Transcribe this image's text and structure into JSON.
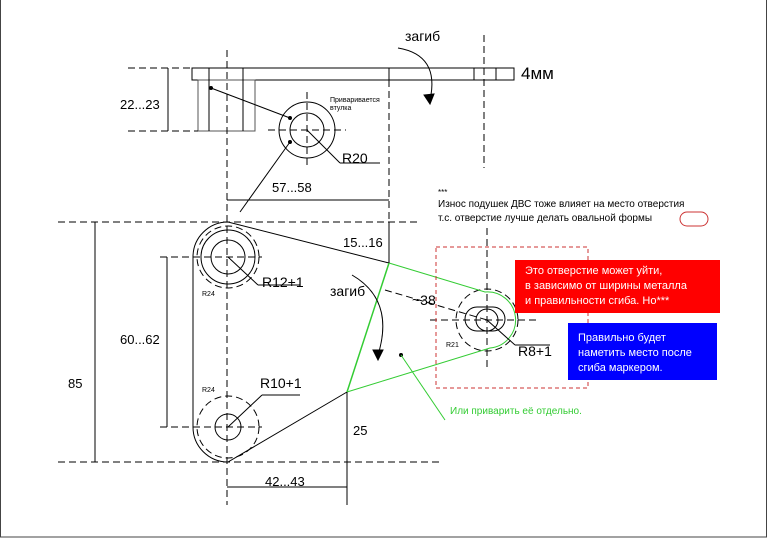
{
  "labels": {
    "bend_top": "загиб",
    "bend_mid": "загиб",
    "thickness": "4мм",
    "dim_22_23": "22...23",
    "bushing_note": [
      "Приваривается",
      "втулка"
    ],
    "r20": "R20",
    "dim_57_58": "57...58",
    "dim_15_16": "15...16",
    "r12": "R12+1",
    "r24_top": "R24",
    "r24_bottom": "R24",
    "r10": "R10+1",
    "dim_60_62": "60...62",
    "dim_85": "85",
    "dim_25": "25",
    "dim_42_43": "42...43",
    "dim_38": "~38",
    "r21": "R21",
    "r8": "R8+1",
    "weld_note": "Или приварить её отдельно."
  },
  "note": {
    "stars": "***",
    "line1": "Износ подушек ДВС тоже влияет на место отверстия",
    "line2": "т.с. отверстие лучше делать овальной формы"
  },
  "red_box": {
    "lines": [
      "Это отверстие может уйти,",
      "в зависимо от ширины металла",
      "и правильности сгиба. Но***"
    ],
    "color": "#ff0000"
  },
  "blue_box": {
    "lines": [
      "Правильно будет",
      "наметить место после",
      "сгиба маркером."
    ],
    "color": "#0000ff"
  },
  "colors": {
    "green": "#33cc33",
    "red_dash": "#cc3333"
  }
}
